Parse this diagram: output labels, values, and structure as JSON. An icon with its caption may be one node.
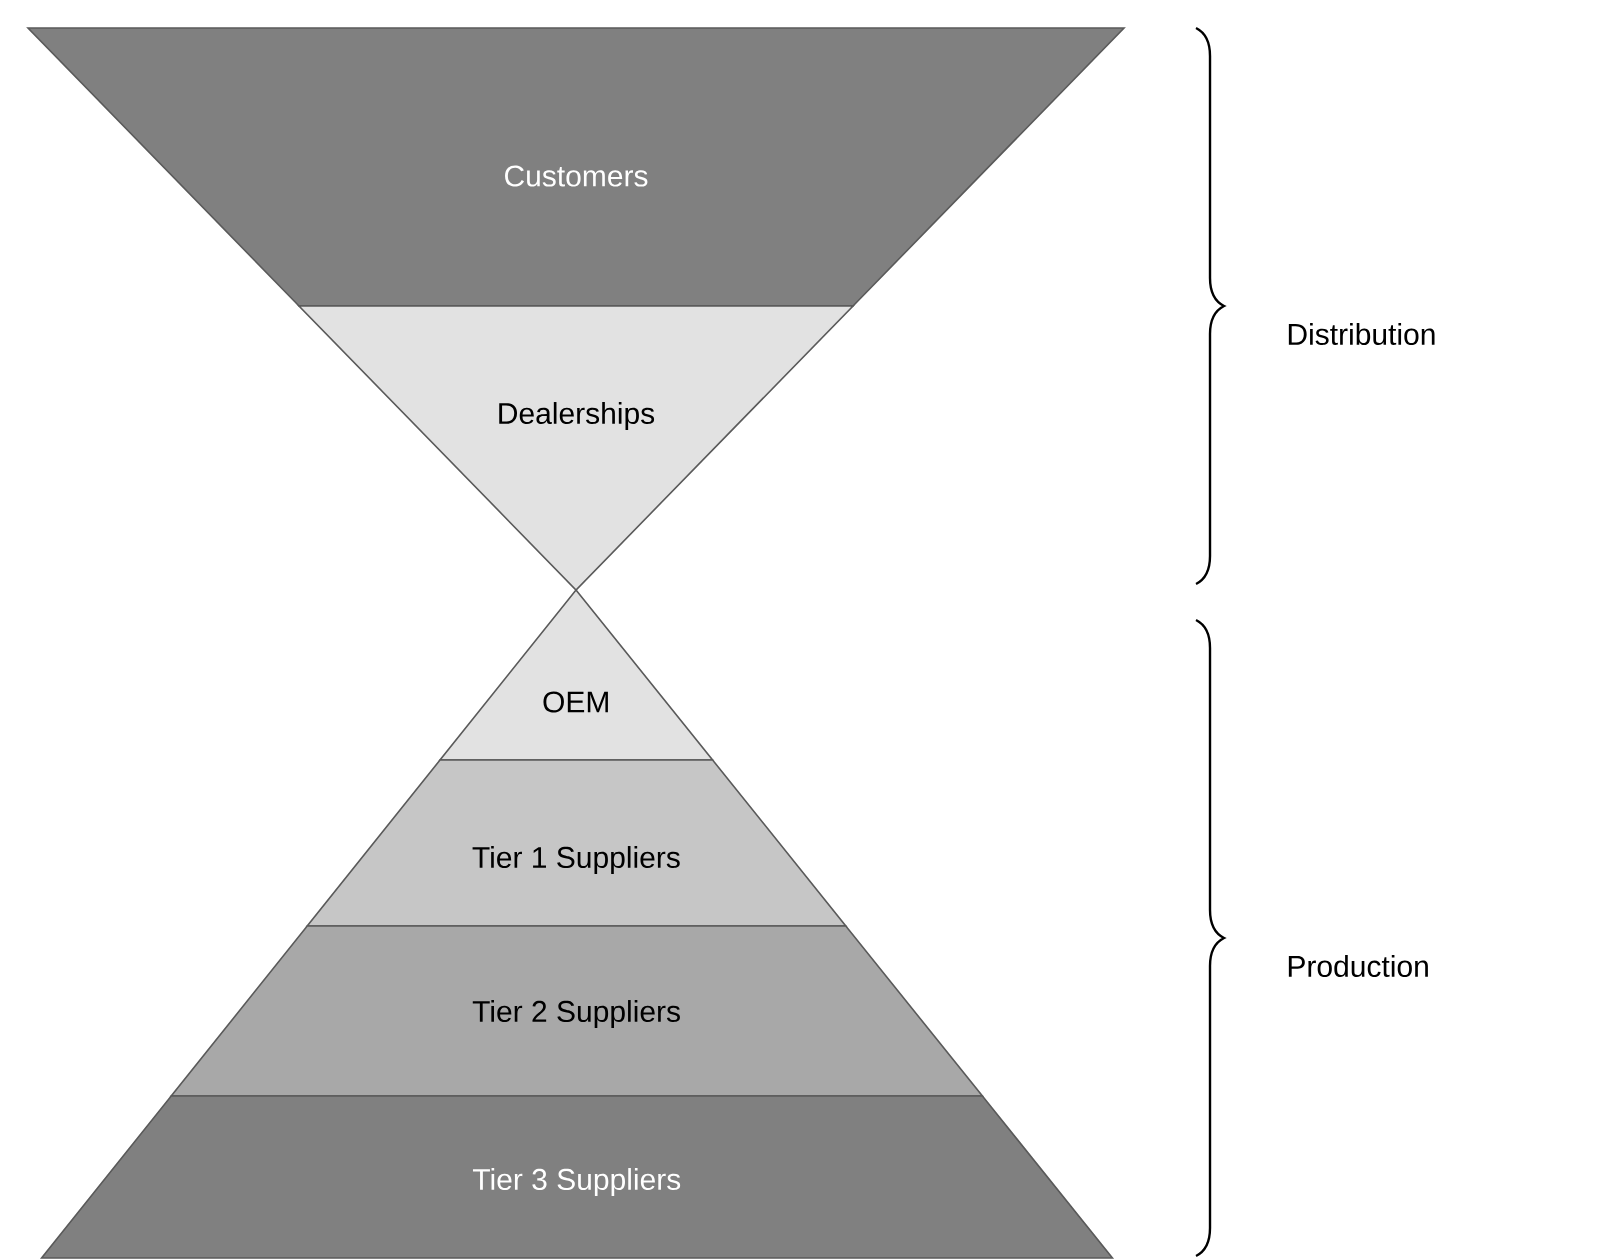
{
  "diagram": {
    "nodes": [
      {
        "text": [
          "Customers"
        ]
      },
      {
        "text": [
          "Dealerships"
        ]
      },
      {
        "text": [
          "OEM"
        ]
      },
      {
        "text": [
          "Tier 1 Suppliers"
        ]
      },
      {
        "text": [
          "Tier 2 Suppliers"
        ]
      },
      {
        "text": [
          "Tier 3 Suppliers"
        ]
      }
    ],
    "labels": [
      "Distribution",
      "Production"
    ]
  }
}
